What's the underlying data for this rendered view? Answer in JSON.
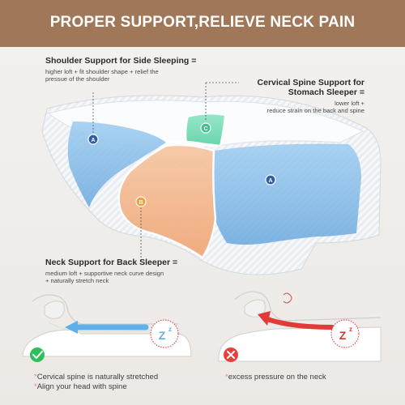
{
  "header": {
    "title": "PROPER SUPPORT,RELIEVE NECK PAIN"
  },
  "callouts": {
    "shoulder": {
      "title": "Shoulder Support for Side Sleeping =",
      "line1": "higher loft + fit shoulder shape + relief the",
      "line2": "pressue of the shoulder"
    },
    "cervical": {
      "title1": "Cervical Spine Support for",
      "title2": "Stomach Sleeper =",
      "line1": "lower loft +",
      "line2": "reduce strain on the back and spine"
    },
    "neck": {
      "title": "Neck Support for Back Sleeper =",
      "line1": "medium loft + supportive neck curve design",
      "line2": "+ naturally stretch neck"
    }
  },
  "markers": {
    "a_left": "A",
    "a_right": "A",
    "b": "B",
    "c": "C"
  },
  "sleep_icon": {
    "z_big": "Z",
    "z_small": "z",
    "z_tiny": "z"
  },
  "bottom": {
    "good_line1": "Cervical spine is naturally stretched",
    "good_line2": "Align your head with spine",
    "bad_line1": "excess pressure on the neck",
    "bullet": "*"
  },
  "colors": {
    "header": "#a07758",
    "zone_a": "#7fb8e6",
    "zone_b": "#f4b58a",
    "zone_c": "#6fd8b0",
    "marker_a": "#2e5fa6",
    "marker_b": "#f0a040",
    "marker_c": "#42c08e",
    "good": "#2fbf5a",
    "bad": "#e6413a",
    "good_arrow": "#5fb0e8",
    "bad_arrow": "#e23a36"
  }
}
